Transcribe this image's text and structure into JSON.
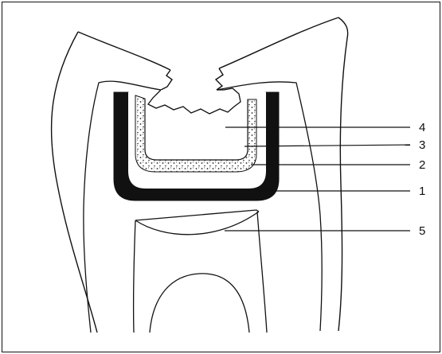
{
  "diagram": {
    "labels": [
      {
        "id": "label-4",
        "text": "4"
      },
      {
        "id": "label-3",
        "text": "3"
      },
      {
        "id": "label-2",
        "text": "2"
      },
      {
        "id": "label-1",
        "text": "1"
      },
      {
        "id": "label-5",
        "text": "5"
      }
    ],
    "colors": {
      "line": "#111111",
      "fill": "#ffffff",
      "stipple": "#222222"
    }
  }
}
